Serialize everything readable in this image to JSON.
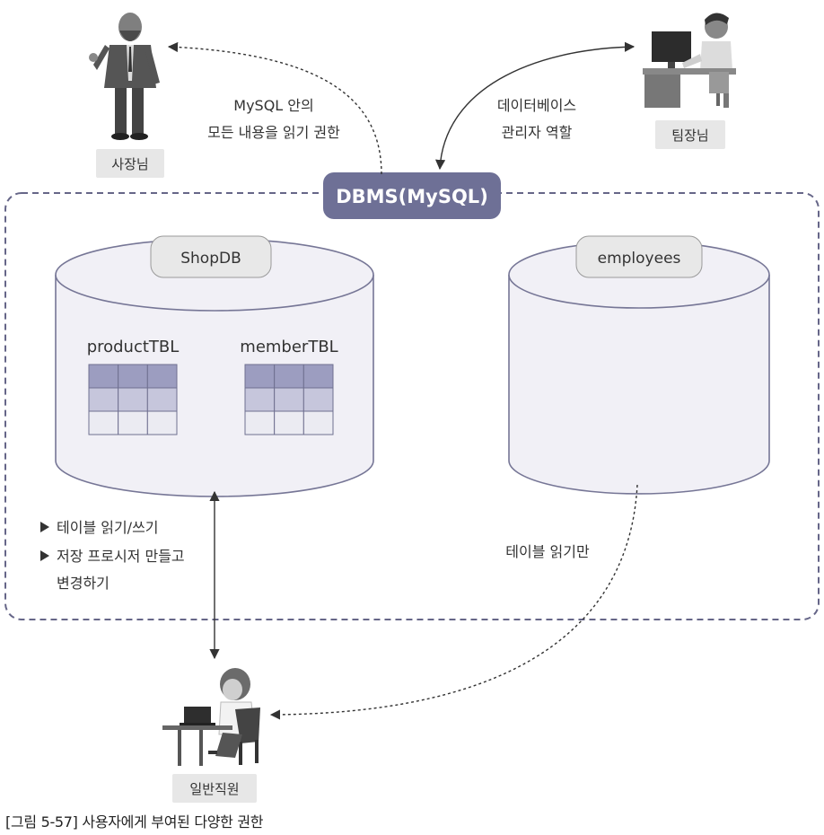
{
  "roles": {
    "ceo": "사장님",
    "manager": "팀장님",
    "employee": "일반직원"
  },
  "dbms": {
    "label": "DBMS(MySQL)"
  },
  "databases": {
    "shopdb": {
      "label": "ShopDB",
      "tables": [
        "productTBL",
        "memberTBL"
      ]
    },
    "employees": {
      "label": "employees"
    }
  },
  "permissions": {
    "ceo_line1": "MySQL 안의",
    "ceo_line2": "모든 내용을 읽기 권한",
    "manager_line1": "데이터베이스",
    "manager_line2": "관리자 역할",
    "employee_shop_bullet1": "테이블 읽기/쓰기",
    "employee_shop_bullet2": "저장 프로시저 만들고",
    "employee_shop_bullet2_cont": "변경하기",
    "employee_emp": "테이블 읽기만"
  },
  "caption": "[그림 5-57] 사용자에게 부여된 다양한 권한",
  "colors": {
    "accent": "#6e7096",
    "cylinder_fill": "#f1f0f6",
    "cylinder_stroke": "#767696",
    "grid_dark": "#9c9dc0",
    "grid_mid": "#c6c6dc",
    "grid_light": "#ebebf2",
    "label_box": "#e7e7e7"
  }
}
